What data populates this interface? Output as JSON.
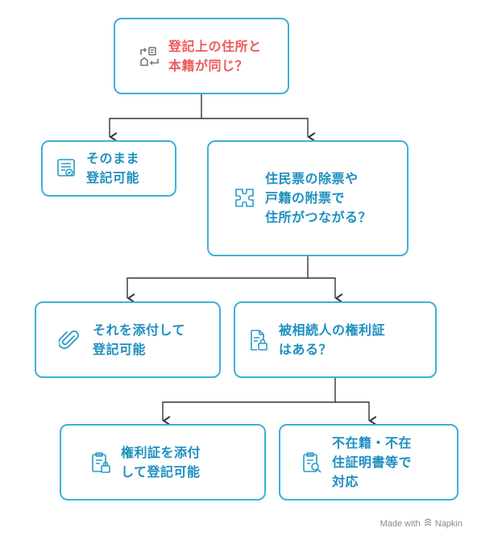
{
  "diagram": {
    "nodes": [
      {
        "id": "root",
        "text": "登記上の住所と\n本籍が同じ？",
        "icon": "address-swap-icon"
      },
      {
        "id": "same-ok",
        "text": "そのまま\n登記可能",
        "icon": "certificate-icon"
      },
      {
        "id": "linked",
        "text": "住民票の除票や\n戸籍の附票で\n住所がつながる？",
        "icon": "puzzle-icon"
      },
      {
        "id": "attach",
        "text": "それを添付して\n登記可能",
        "icon": "paperclip-icon"
      },
      {
        "id": "cert",
        "text": "被相続人の権利証\nはある？",
        "icon": "locked-document-icon"
      },
      {
        "id": "attach-cert",
        "text": "権利証を添付\nして登記可能",
        "icon": "locked-clipboard-icon"
      },
      {
        "id": "proof",
        "text": "不在籍・不在\n住証明書等で\n対応",
        "icon": "clipboard-search-icon"
      }
    ],
    "edges": [
      [
        "root",
        "same-ok"
      ],
      [
        "root",
        "linked"
      ],
      [
        "linked",
        "attach"
      ],
      [
        "linked",
        "cert"
      ],
      [
        "cert",
        "attach-cert"
      ],
      [
        "cert",
        "proof"
      ]
    ]
  },
  "watermark": {
    "prefix": "Made with",
    "brand": "Napkin"
  },
  "colors": {
    "border": "#3fb1d6",
    "text": "#1e8fc0",
    "root_text": "#ee5a5a",
    "connector": "#333333"
  }
}
